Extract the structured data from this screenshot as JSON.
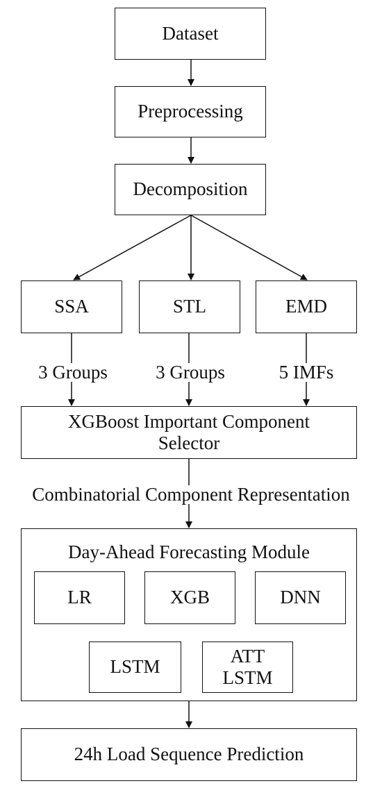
{
  "diagram": {
    "dataset": "Dataset",
    "preprocessing": "Preprocessing",
    "decomposition": "Decomposition",
    "methods": {
      "ssa": "SSA",
      "stl": "STL",
      "emd": "EMD"
    },
    "edge_labels": {
      "ssa_groups": "3 Groups",
      "stl_groups": "3 Groups",
      "emd_imfs": "5 IMFs",
      "combinatorial": "Combinatorial Component Representation"
    },
    "selector": {
      "line1": "XGBoost Important Component",
      "line2": "Selector"
    },
    "forecasting": {
      "title": "Day-Ahead Forecasting Module",
      "models": {
        "lr": "LR",
        "xgb": "XGB",
        "dnn": "DNN",
        "lstm": "LSTM",
        "att_line1": "ATT",
        "att_line2": "LSTM"
      }
    },
    "output": "24h Load Sequence Prediction"
  }
}
